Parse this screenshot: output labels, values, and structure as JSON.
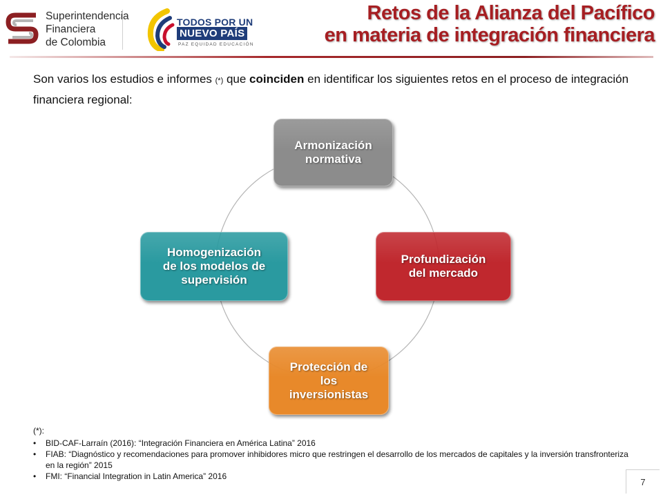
{
  "header": {
    "org_logo_lines": [
      "Superintendencia",
      "Financiera",
      "de Colombia"
    ],
    "gov_logo": {
      "line1": "TODOS POR UN",
      "line2": "NUEVO PAÍS",
      "line3": "PAZ  EQUIDAD  EDUCACIÓN"
    },
    "title_lines": [
      "Retos de la Alianza del Pacífico",
      "en materia de integración financiera"
    ]
  },
  "intro": {
    "part1": "Son varios los estudios e informes ",
    "note_mark": "(*)",
    "part2": " que ",
    "emphasis": "coinciden",
    "part3": " en identificar los siguientes retos en el proceso de integración financiera regional:"
  },
  "diagram": {
    "nodes": [
      {
        "lines": [
          "Armonización",
          "normativa"
        ],
        "color": "#8c8c8c"
      },
      {
        "lines": [
          "Profundización",
          "del mercado"
        ],
        "color": "#c0282e"
      },
      {
        "lines": [
          "Protección de",
          "los",
          "inversionistas"
        ],
        "color": "#e8892a"
      },
      {
        "lines": [
          "Homogenización",
          "de los modelos de",
          "supervisión"
        ],
        "color": "#2a9aa0"
      }
    ],
    "ring_color": "#b5b5b5"
  },
  "notes": {
    "heading": "(*):",
    "items": [
      "BID-CAF-Larraín (2016): “Integración Financiera en América Latina” 2016",
      "FIAB: “Diagnóstico y recomendaciones para promover inhibidores micro que restringen el desarrollo de los mercados de capitales y la inversión transfronteriza en la región” 2015",
      "FMI: “Financial Integration in Latin America” 2016"
    ]
  },
  "page_number": "7"
}
